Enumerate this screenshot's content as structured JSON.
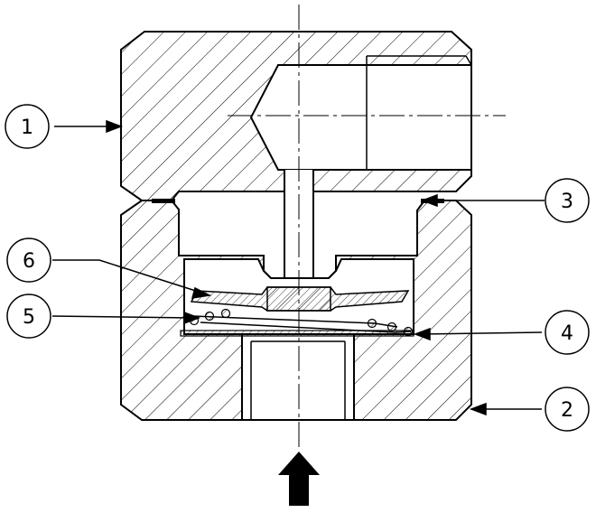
{
  "diagram": {
    "callouts": [
      {
        "id": "callout-1",
        "label": "1"
      },
      {
        "id": "callout-2",
        "label": "2"
      },
      {
        "id": "callout-3",
        "label": "3"
      },
      {
        "id": "callout-4",
        "label": "4"
      },
      {
        "id": "callout-5",
        "label": "5"
      },
      {
        "id": "callout-6",
        "label": "6"
      }
    ],
    "flow_arrow": "arrow-up-icon"
  }
}
